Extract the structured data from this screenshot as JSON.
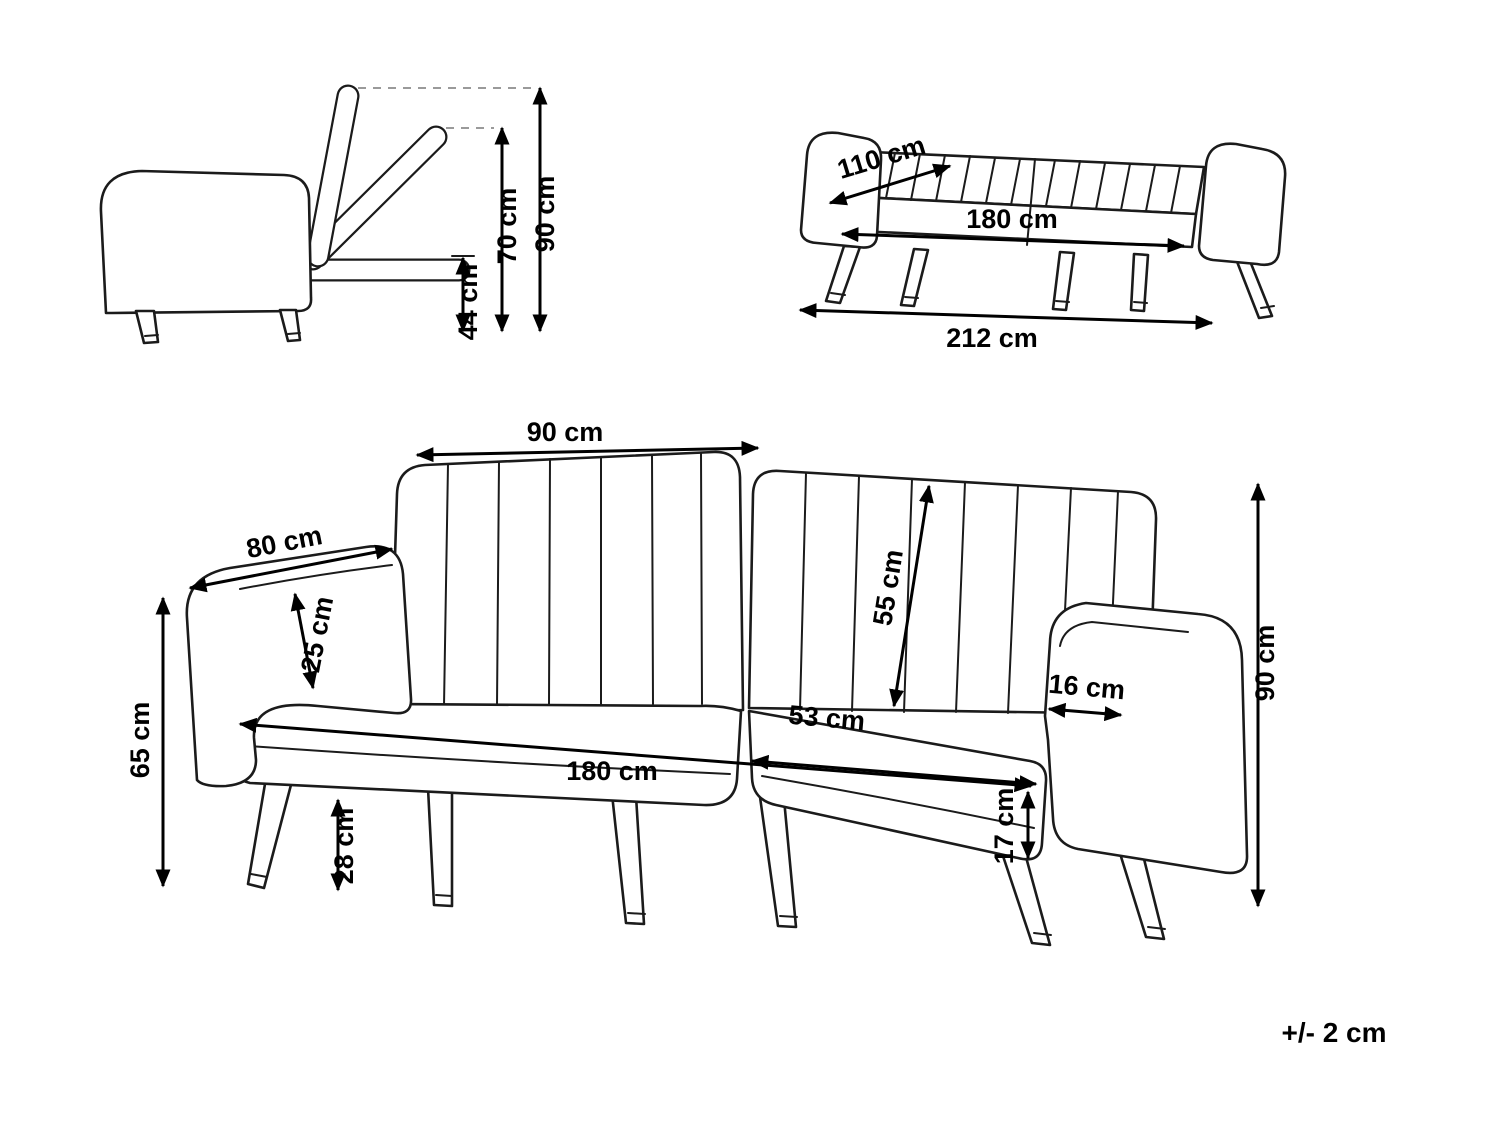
{
  "page": {
    "background": "#ffffff",
    "ink_color": "#1b1b1b",
    "dimension_color": "#000000"
  },
  "note": {
    "tolerance": "+/- 2 cm"
  },
  "views": {
    "side_profile": {
      "title": "side-profile-reclining-backrest",
      "dims": {
        "seat_height": "44 cm",
        "backrest_mid_height": "70 cm",
        "backrest_up_height": "90 cm"
      }
    },
    "bed": {
      "title": "flat-bed-position",
      "dims": {
        "depth": "110 cm",
        "sleep_width": "180 cm",
        "total_length": "212 cm"
      }
    },
    "front": {
      "title": "front-perspective",
      "dims": {
        "backrest_section_width": "90 cm",
        "armrest_length": "80 cm",
        "armrest_inner_height": "25 cm",
        "side_height": "65 cm",
        "backrest_height": "55 cm",
        "seat_depth": "53 cm",
        "armrest_width": "16 cm",
        "seat_width": "180 cm",
        "seat_thickness": "17 cm",
        "leg_height": "28 cm",
        "total_height": "90 cm"
      }
    }
  }
}
